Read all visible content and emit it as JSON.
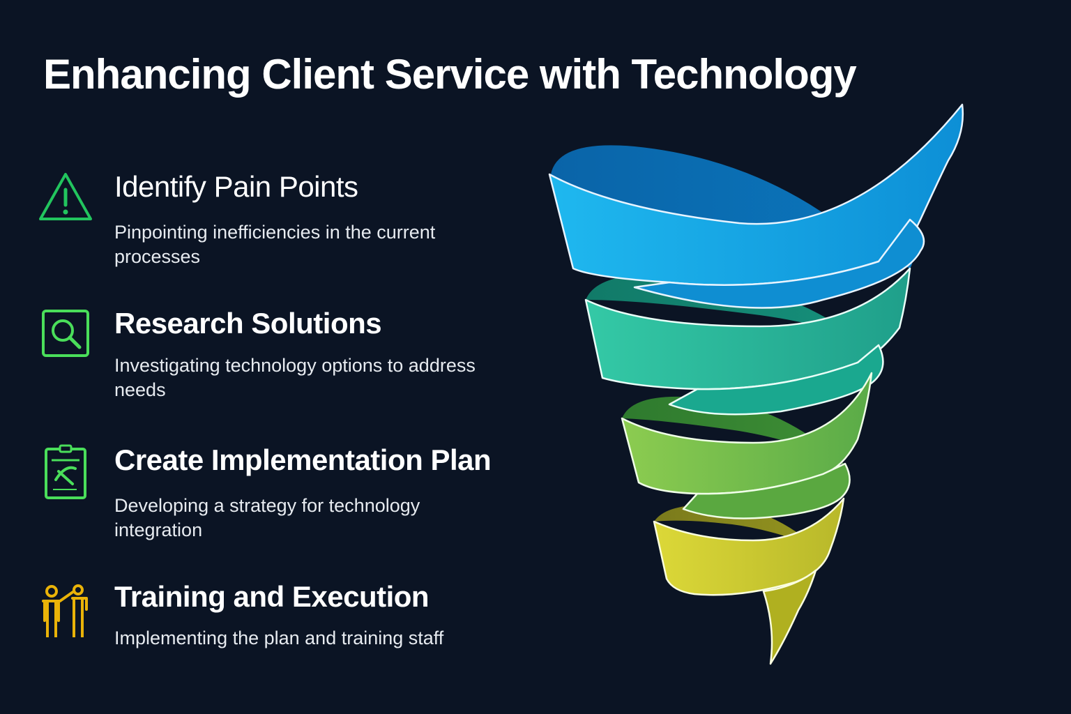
{
  "title": "Enhancing Client Service with Technology",
  "steps": [
    {
      "heading": "Identify Pain Points",
      "description": "Pinpointing inefficiencies in the current processes",
      "icon": "warning-triangle-icon",
      "color": "#22c55e"
    },
    {
      "heading": "Research Solutions",
      "description": "Investigating technology options to address needs",
      "icon": "magnifier-icon",
      "color": "#4ade5a"
    },
    {
      "heading": "Create Implementation Plan",
      "description": "Developing a strategy for technology integration",
      "icon": "clipboard-plan-icon",
      "color": "#4ade5a"
    },
    {
      "heading": "Training and Execution",
      "description": "Implementing the plan and training staff",
      "icon": "trainer-presenting-icon",
      "color": "#eab308"
    }
  ],
  "funnel_colors": [
    "#0ea5e9",
    "#2dd4a8",
    "#7cc94a",
    "#d4d435"
  ]
}
